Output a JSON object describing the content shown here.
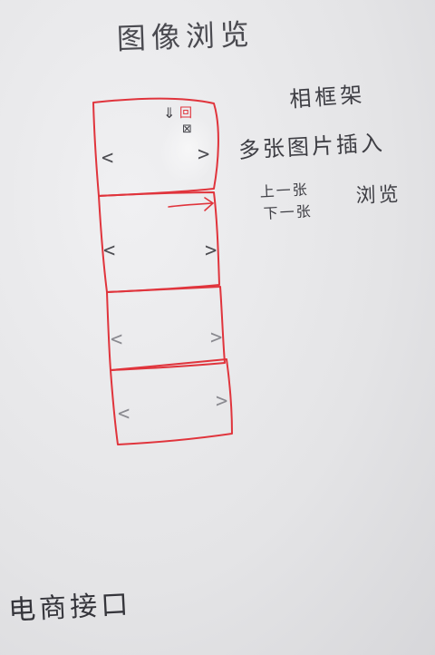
{
  "sketch": {
    "title": "图像浏览",
    "frame_label": "相框架",
    "multi_insert_label": "多张图片插入",
    "prev_label": "上一张",
    "next_label": "下一张",
    "browse_label": "浏览",
    "ecommerce_label": "电商接口"
  },
  "icons": {
    "download": "⇓",
    "maximize": "回",
    "close": "⊠",
    "prev_arrow": "<",
    "next_arrow": ">"
  },
  "colors": {
    "paper": "#e8e8ea",
    "pencil": "#3e3e44",
    "red_pen": "#e0343c"
  }
}
